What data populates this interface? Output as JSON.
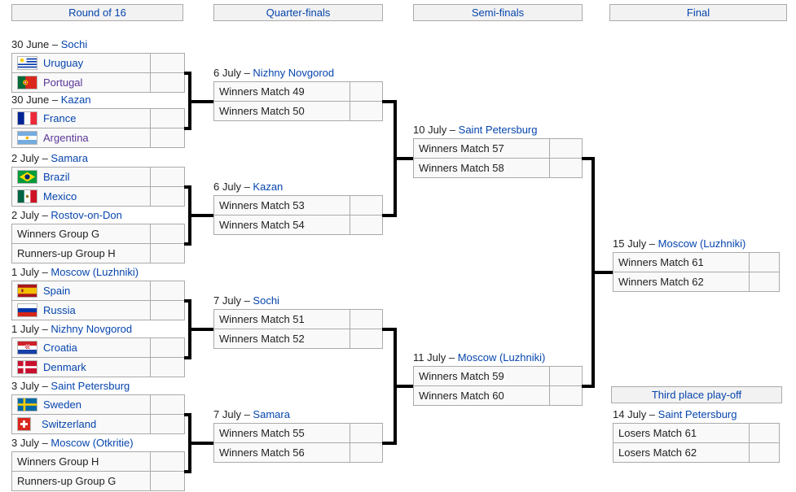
{
  "colors": {
    "link_blue": "#0645ad",
    "visited_link_purple": "#5a3696",
    "cell_background": "#f9f9f9",
    "header_background": "#f2f2f2",
    "border_gray": "#aaaaaa",
    "connector_black": "#000000"
  },
  "separator": "–",
  "columns": [
    {
      "title": "Round of 16",
      "matches": [
        {
          "date": "30 June",
          "venue": "Sochi",
          "teams": [
            {
              "name": "Uruguay",
              "flag": "uy",
              "visited": false
            },
            {
              "name": "Portugal",
              "flag": "pt",
              "visited": true
            }
          ],
          "scores": [
            "",
            ""
          ]
        },
        {
          "date": "30 June",
          "venue": "Kazan",
          "teams": [
            {
              "name": "France",
              "flag": "fr",
              "visited": false
            },
            {
              "name": "Argentina",
              "flag": "ar",
              "visited": true
            }
          ],
          "scores": [
            "",
            ""
          ]
        },
        {
          "date": "2 July",
          "venue": "Samara",
          "teams": [
            {
              "name": "Brazil",
              "flag": "br",
              "visited": false
            },
            {
              "name": "Mexico",
              "flag": "mx",
              "visited": false
            }
          ],
          "scores": [
            "",
            ""
          ]
        },
        {
          "date": "2 July",
          "venue": "Rostov-on-Don",
          "teams": [
            {
              "name": "Winners Group G",
              "flag": null
            },
            {
              "name": "Runners-up Group H",
              "flag": null
            }
          ],
          "scores": [
            "",
            ""
          ]
        },
        {
          "date": "1 July",
          "venue": "Moscow (Luzhniki)",
          "teams": [
            {
              "name": "Spain",
              "flag": "es",
              "visited": false
            },
            {
              "name": "Russia",
              "flag": "ru",
              "visited": false
            }
          ],
          "scores": [
            "",
            ""
          ]
        },
        {
          "date": "1 July",
          "venue": "Nizhny Novgorod",
          "teams": [
            {
              "name": "Croatia",
              "flag": "hr",
              "visited": false
            },
            {
              "name": "Denmark",
              "flag": "dk",
              "visited": false
            }
          ],
          "scores": [
            "",
            ""
          ]
        },
        {
          "date": "3 July",
          "venue": "Saint Petersburg",
          "teams": [
            {
              "name": "Sweden",
              "flag": "se",
              "visited": false
            },
            {
              "name": "Switzerland",
              "flag": "ch",
              "visited": false
            }
          ],
          "scores": [
            "",
            ""
          ]
        },
        {
          "date": "3 July",
          "venue": "Moscow (Otkritie)",
          "teams": [
            {
              "name": "Winners Group H",
              "flag": null
            },
            {
              "name": "Runners-up Group G",
              "flag": null
            }
          ],
          "scores": [
            "",
            ""
          ]
        }
      ]
    },
    {
      "title": "Quarter-finals",
      "matches": [
        {
          "date": "6 July",
          "venue": "Nizhny Novgorod",
          "teams": [
            {
              "name": "Winners Match 49",
              "flag": null
            },
            {
              "name": "Winners Match 50",
              "flag": null
            }
          ],
          "scores": [
            "",
            ""
          ]
        },
        {
          "date": "6 July",
          "venue": "Kazan",
          "teams": [
            {
              "name": "Winners Match 53",
              "flag": null
            },
            {
              "name": "Winners Match 54",
              "flag": null
            }
          ],
          "scores": [
            "",
            ""
          ]
        },
        {
          "date": "7 July",
          "venue": "Sochi",
          "teams": [
            {
              "name": "Winners Match 51",
              "flag": null
            },
            {
              "name": "Winners Match 52",
              "flag": null
            }
          ],
          "scores": [
            "",
            ""
          ]
        },
        {
          "date": "7 July",
          "venue": "Samara",
          "teams": [
            {
              "name": "Winners Match 55",
              "flag": null
            },
            {
              "name": "Winners Match 56",
              "flag": null
            }
          ],
          "scores": [
            "",
            ""
          ]
        }
      ]
    },
    {
      "title": "Semi-finals",
      "matches": [
        {
          "date": "10 July",
          "venue": "Saint Petersburg",
          "teams": [
            {
              "name": "Winners Match 57",
              "flag": null
            },
            {
              "name": "Winners Match 58",
              "flag": null
            }
          ],
          "scores": [
            "",
            ""
          ]
        },
        {
          "date": "11 July",
          "venue": "Moscow (Luzhniki)",
          "teams": [
            {
              "name": "Winners Match 59",
              "flag": null
            },
            {
              "name": "Winners Match 60",
              "flag": null
            }
          ],
          "scores": [
            "",
            ""
          ]
        }
      ]
    },
    {
      "title": "Final",
      "matches": [
        {
          "date": "15 July",
          "venue": "Moscow (Luzhniki)",
          "teams": [
            {
              "name": "Winners Match 61",
              "flag": null
            },
            {
              "name": "Winners Match 62",
              "flag": null
            }
          ],
          "scores": [
            "",
            ""
          ]
        }
      ]
    }
  ],
  "third_place": {
    "title": "Third place play-off",
    "match": {
      "date": "14 July",
      "venue": "Saint Petersburg",
      "teams": [
        {
          "name": "Losers Match 61",
          "flag": null
        },
        {
          "name": "Losers Match 62",
          "flag": null
        }
      ],
      "scores": [
        "",
        ""
      ]
    }
  }
}
